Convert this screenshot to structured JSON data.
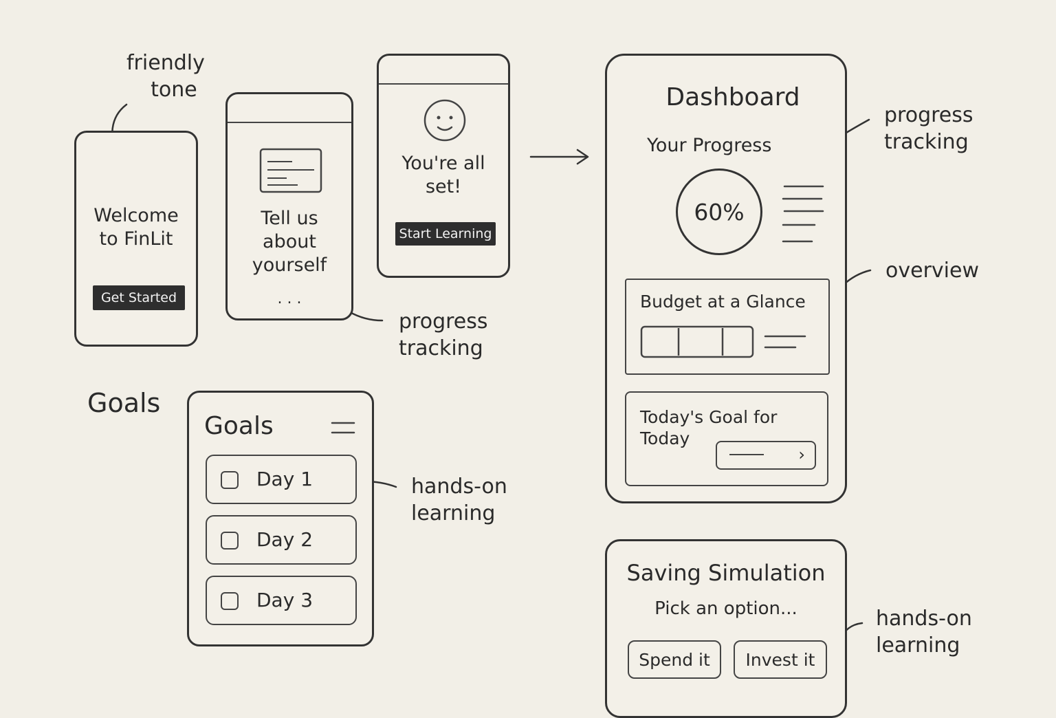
{
  "annotations": {
    "friendly_tone": [
      "friendly",
      "tone"
    ],
    "progress_tracking_1": [
      "progress",
      "tracking"
    ],
    "progress_tracking_2": [
      "progress",
      "tracking"
    ],
    "overview": "overview",
    "hands_on_1": [
      "hands-on",
      "learning"
    ],
    "hands_on_2": [
      "hands-on",
      "learning"
    ]
  },
  "section_label_goals": "Goals",
  "welcome": {
    "title": [
      "Welcome",
      "to FinLit"
    ],
    "button": "Get Started"
  },
  "about": {
    "title": [
      "Tell us",
      "about",
      "yourself"
    ],
    "ellipsis": ". . ."
  },
  "allset": {
    "title": [
      "You're all",
      "set!"
    ],
    "button": "Start Learning"
  },
  "dashboard": {
    "title": "Dashboard",
    "progress_heading": "Your Progress",
    "progress_value": "60%",
    "budget_card": "Budget at a Glance",
    "goal_card": [
      "Today's Goal for",
      "Today"
    ]
  },
  "goals_screen": {
    "title": "Goals",
    "items": [
      "Day 1",
      "Day 2",
      "Day 3"
    ]
  },
  "saving": {
    "title": "Saving Simulation",
    "subtitle": "Pick an option...",
    "options": [
      "Spend it",
      "Invest it"
    ]
  }
}
